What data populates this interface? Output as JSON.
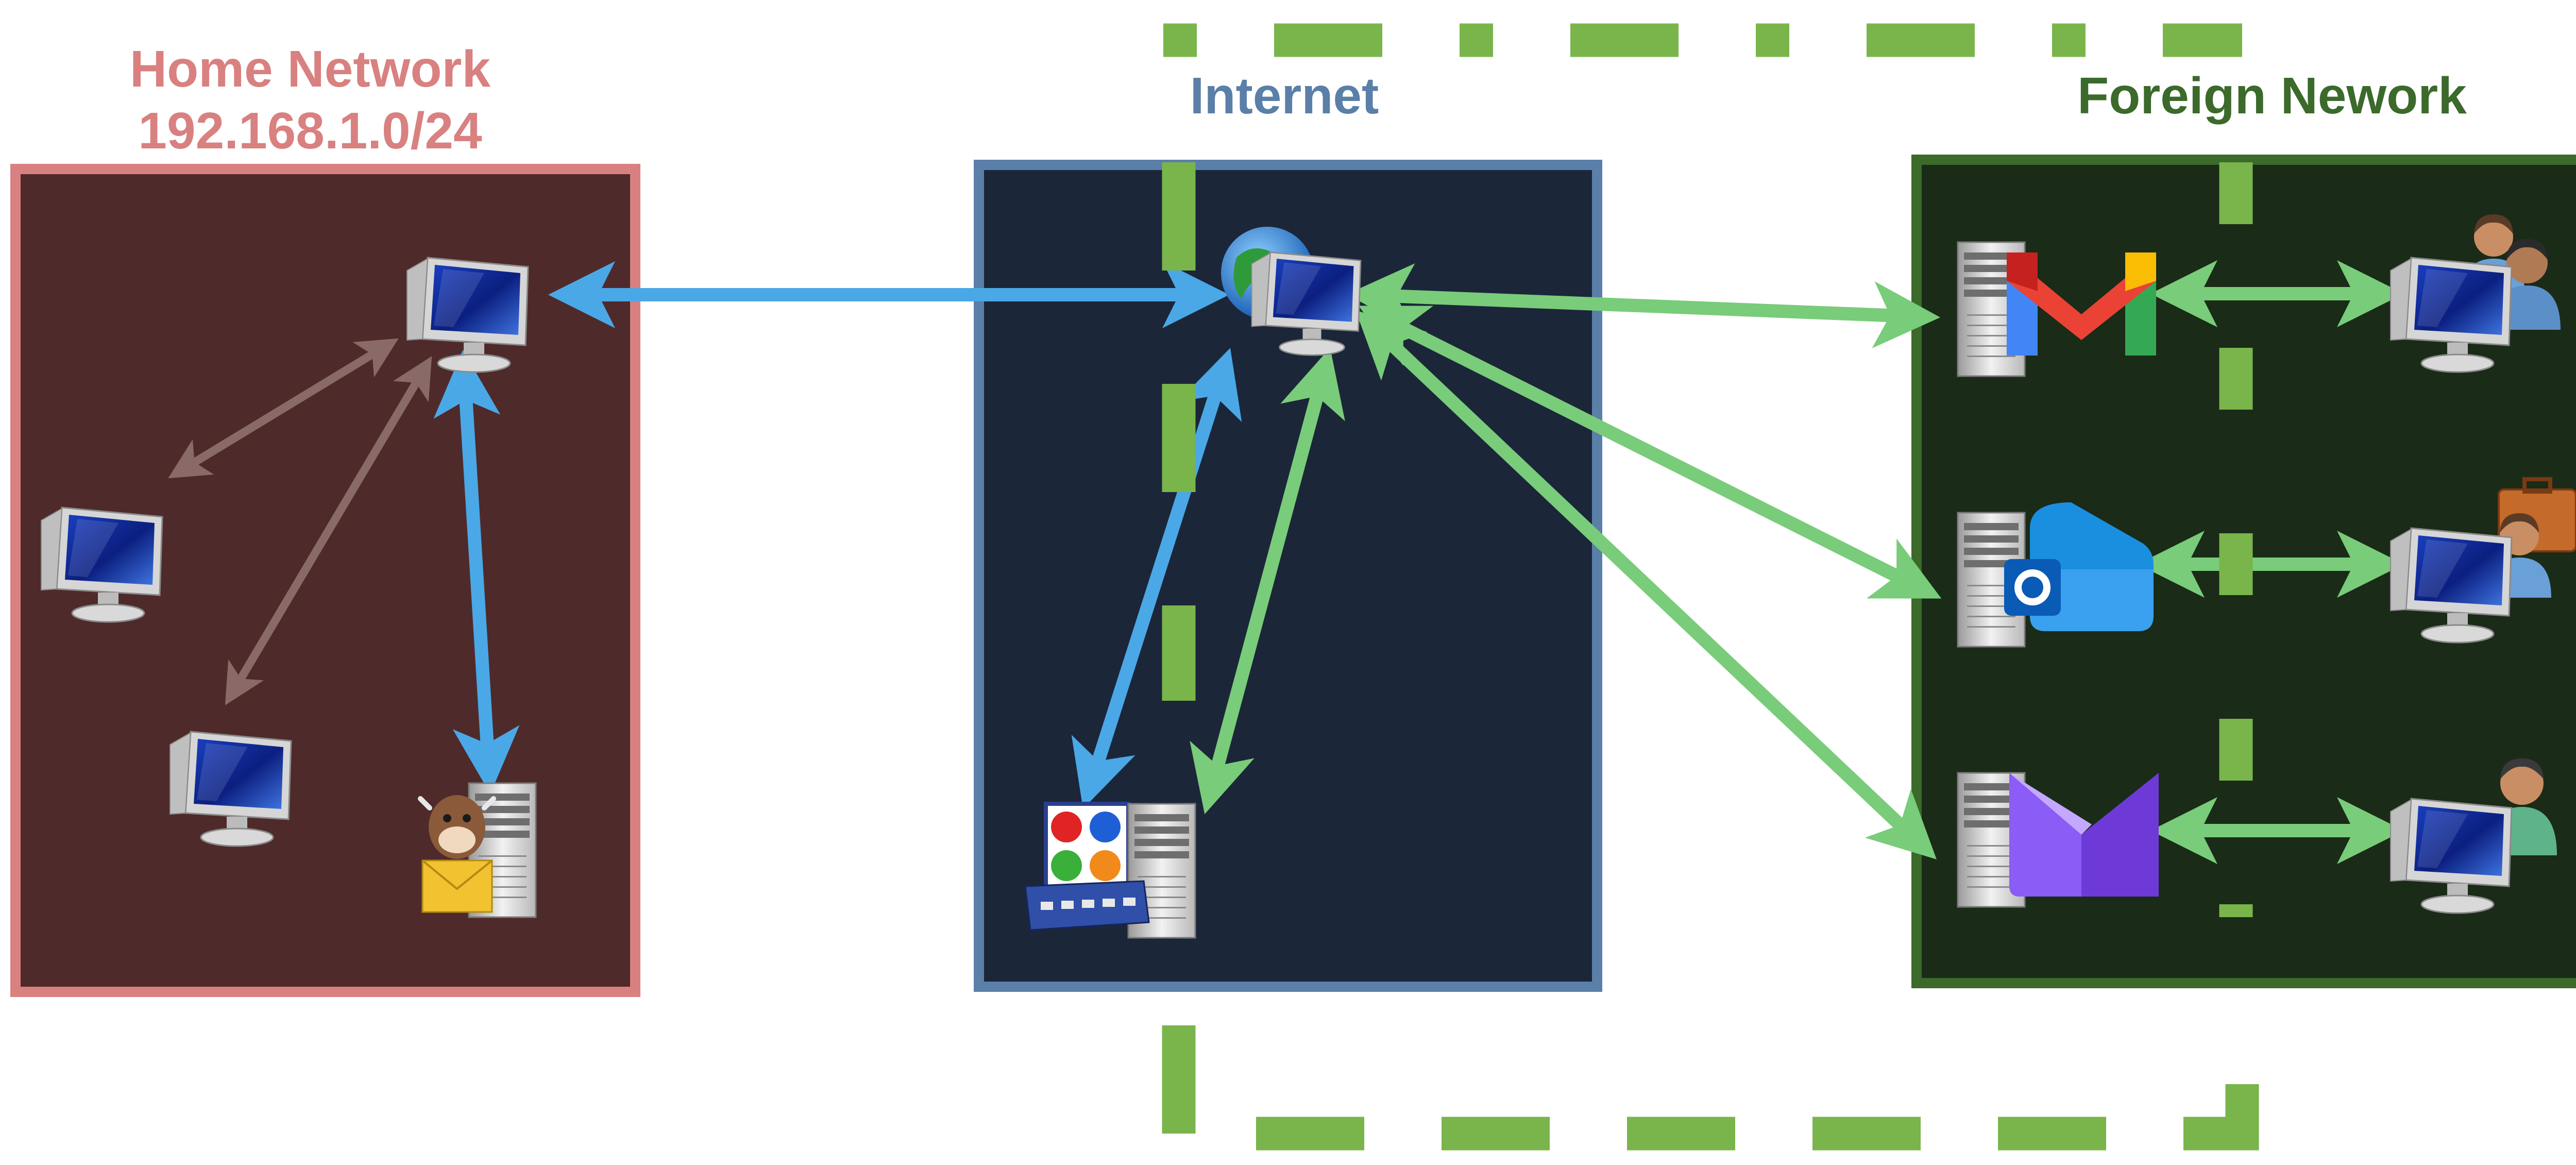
{
  "regions": {
    "home": {
      "title_line1": "Home Network",
      "title_line2": "192.168.1.0/24"
    },
    "internet": {
      "title": "Internet"
    },
    "foreign": {
      "title": "Foreign Nework"
    }
  },
  "colors": {
    "home_title": "#d98080",
    "home_fill": "#4f2a2a",
    "home_border": "#d98080",
    "internet_title": "#5a7fa8",
    "internet_fill": "#1c2639",
    "internet_border": "#5a7fa8",
    "foreign_title": "#3b6a2b",
    "foreign_fill": "#1a2b18",
    "foreign_border": "#3b6a2b",
    "dashed_boundary": "#79b54b",
    "arrow_blue": "#4aa8e6",
    "arrow_green": "#79cc79",
    "arrow_faded": "#8a6a66"
  },
  "nodes": {
    "home_gateway": "router-workstation-icon",
    "home_client_1": "workstation-icon",
    "home_client_2": "workstation-icon",
    "home_mail_server": "mail-server-icon",
    "internet_host": "globe-workstation-icon",
    "relay_server": "switch-server-icon",
    "gmail_server": "gmail-server-icon",
    "outlook_server": "outlook-server-icon",
    "proton_server": "proton-server-icon",
    "user_1": "users-workstation-icon",
    "user_2": "business-user-workstation-icon",
    "user_3": "user-workstation-icon"
  }
}
